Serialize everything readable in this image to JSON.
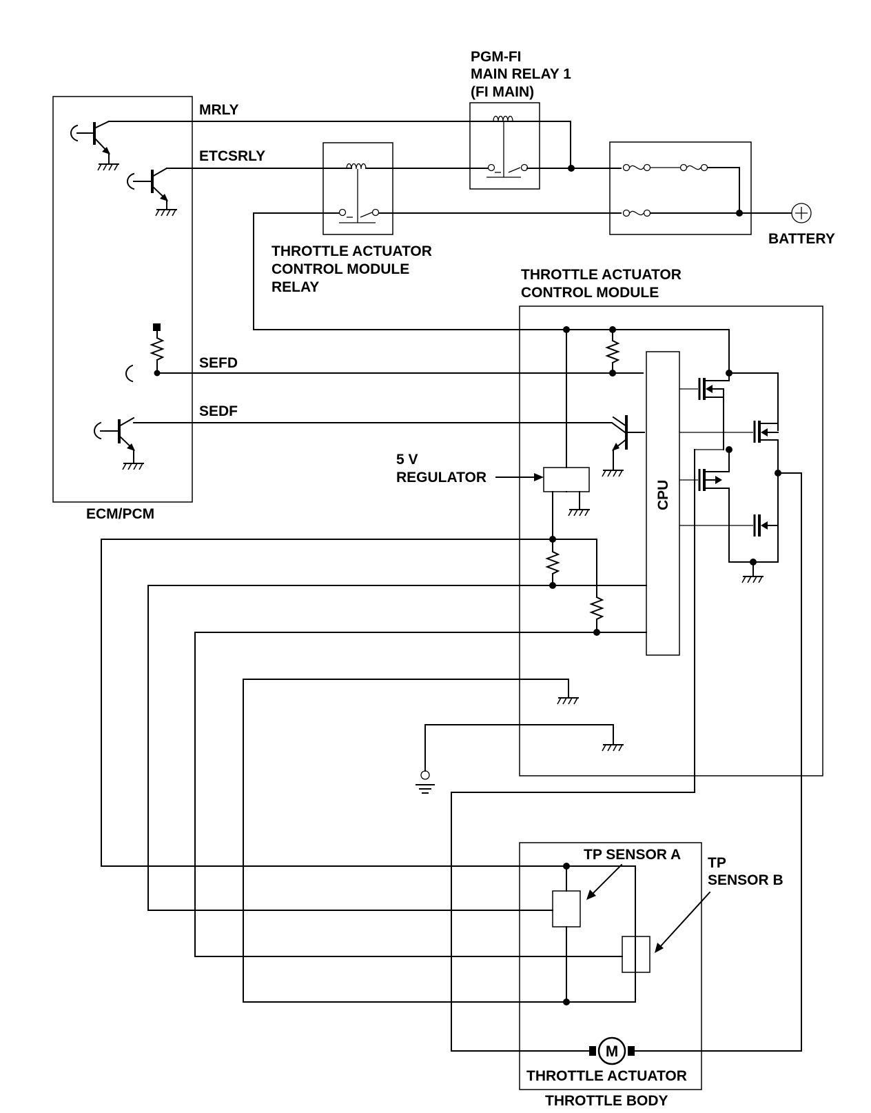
{
  "diagram": {
    "labels": {
      "mrly": "MRLY",
      "etcsrly": "ETCSRLY",
      "sefd": "SEFD",
      "sedf": "SEDF",
      "ecm_pcm": "ECM/PCM",
      "main_relay": [
        "PGM-FI",
        "MAIN RELAY 1",
        "(FI MAIN)"
      ],
      "tacm_relay": [
        "THROTTLE ACTUATOR",
        "CONTROL MODULE",
        "RELAY"
      ],
      "tacm": [
        "THROTTLE ACTUATOR",
        "CONTROL MODULE"
      ],
      "battery": "BATTERY",
      "regulator": [
        "5 V",
        "REGULATOR"
      ],
      "cpu": "CPU",
      "tp_sensor_a": "TP SENSOR A",
      "tp_sensor_b": [
        "TP",
        "SENSOR B"
      ],
      "throttle_actuator": "THROTTLE ACTUATOR",
      "throttle_body": "THROTTLE BODY",
      "motor": "M"
    }
  }
}
